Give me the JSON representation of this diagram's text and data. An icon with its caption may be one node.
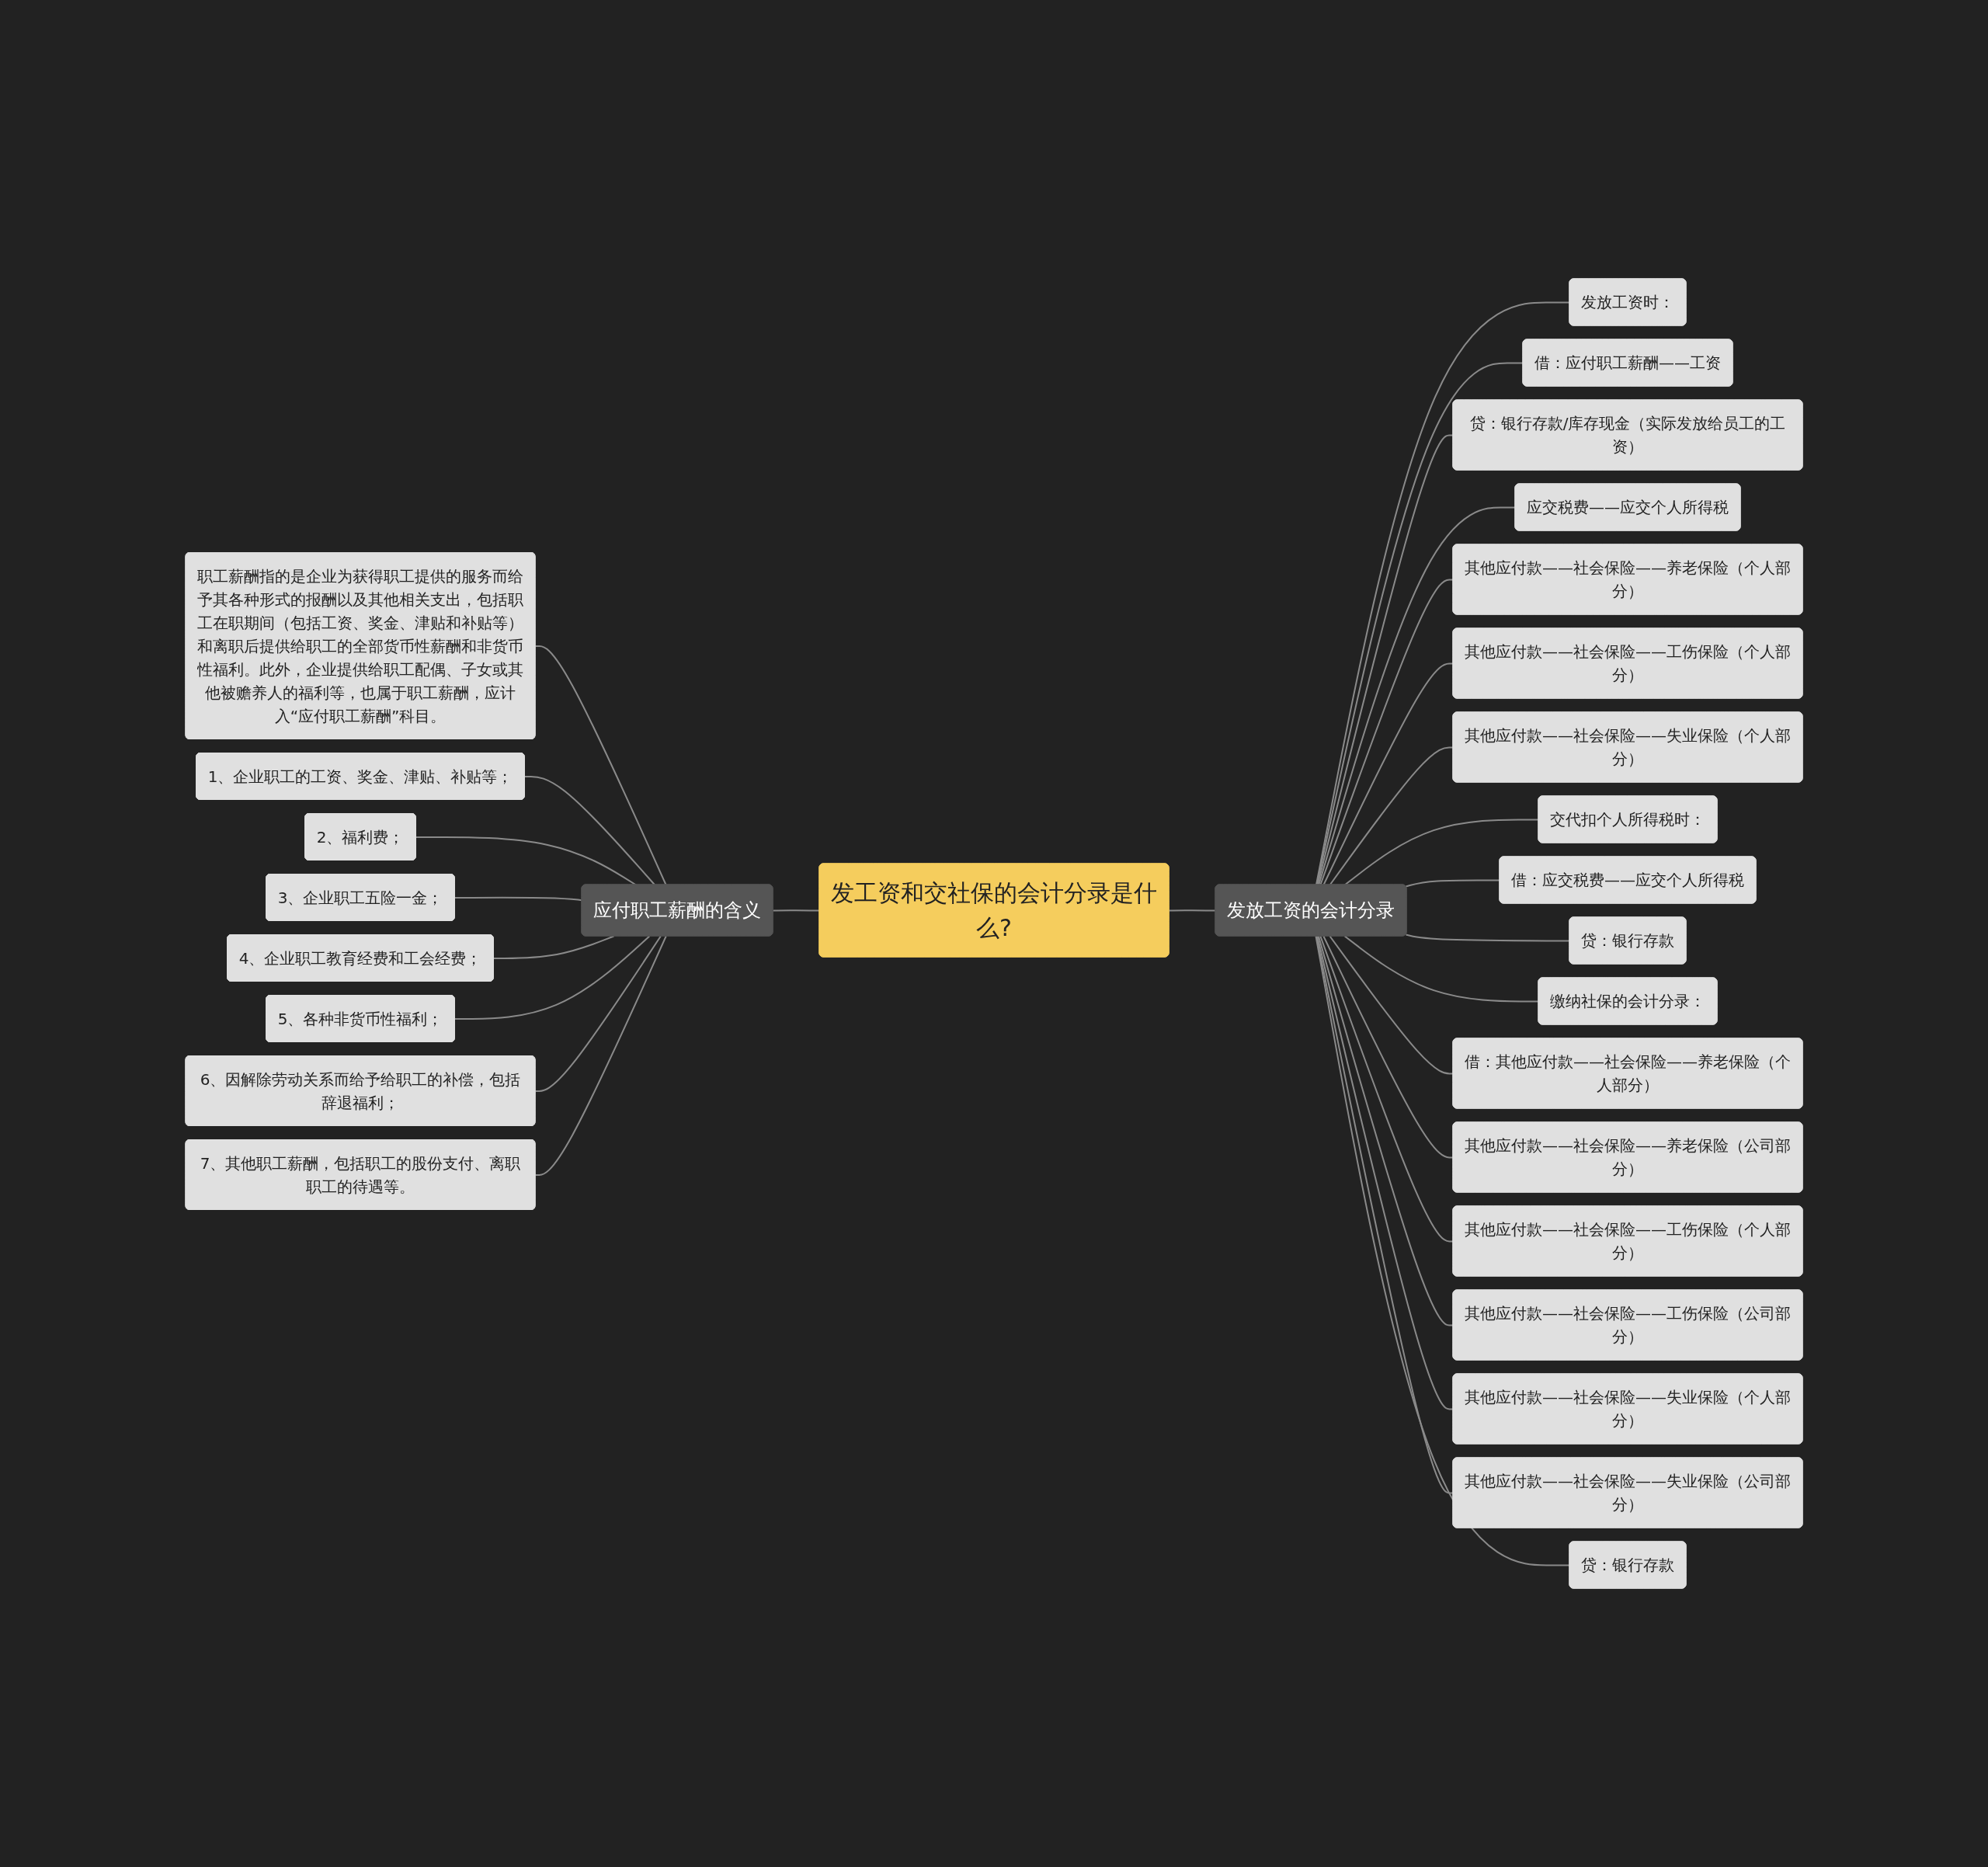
{
  "diagram": {
    "nodes": [
      {
        "text": [
          "发工资和交社保的会计分录是什么?"
        ]
      },
      {
        "text": [
          "应付职工薪酬的含义"
        ]
      },
      {
        "text": [
          "职工薪酬指的是企业为获得职工提供的服务而给予其各种形式的报酬以及其他相关支出，包括职工在职期间（包括工资、奖金、津贴和补贴等）和离职后提供给职工的全部货币性薪酬和非货币性福利。此外，企业提供给职工配偶、子女或其他被赡养人的福利等，也属于职工薪酬，应计入“应付职工薪酬”科目。"
        ]
      },
      {
        "text": [
          "1、企业职工的工资、奖金、津贴、补贴等；"
        ]
      },
      {
        "text": [
          "2、福利费；"
        ]
      },
      {
        "text": [
          "3、企业职工五险一金；"
        ]
      },
      {
        "text": [
          "4、企业职工教育经费和工会经费；"
        ]
      },
      {
        "text": [
          "5、各种非货币性福利；"
        ]
      },
      {
        "text": [
          "6、因解除劳动关系而给予给职工的补偿，包括辞退福利；"
        ]
      },
      {
        "text": [
          "7、其他职工薪酬，包括职工的股份支付、离职职工的待遇等。"
        ]
      },
      {
        "text": [
          "发放工资的会计分录"
        ]
      },
      {
        "text": [
          "发放工资时："
        ]
      },
      {
        "text": [
          "借：应付职工薪酬——工资"
        ]
      },
      {
        "text": [
          "贷：银行存款/库存现金（实际发放给员工的工资）"
        ]
      },
      {
        "text": [
          "应交税费——应交个人所得税"
        ]
      },
      {
        "text": [
          "其他应付款——社会保险——养老保险（个人部分）"
        ]
      },
      {
        "text": [
          "其他应付款——社会保险——工伤保险（个人部分）"
        ]
      },
      {
        "text": [
          "其他应付款——社会保险——失业保险（个人部分）"
        ]
      },
      {
        "text": [
          "交代扣个人所得税时："
        ]
      },
      {
        "text": [
          "借：应交税费——应交个人所得税"
        ]
      },
      {
        "text": [
          "贷：银行存款"
        ]
      },
      {
        "text": [
          "缴纳社保的会计分录："
        ]
      },
      {
        "text": [
          "借：其他应付款——社会保险——养老保险（个人部分）"
        ]
      },
      {
        "text": [
          "其他应付款——社会保险——养老保险（公司部分）"
        ]
      },
      {
        "text": [
          "其他应付款——社会保险——工伤保险（个人部分）"
        ]
      },
      {
        "text": [
          "其他应付款——社会保险——工伤保险（公司部分）"
        ]
      },
      {
        "text": [
          "其他应付款——社会保险——失业保险（个人部分）"
        ]
      },
      {
        "text": [
          "其他应付款——社会保险——失业保险（公司部分）"
        ]
      },
      {
        "text": [
          "贷：银行存款"
        ]
      }
    ],
    "edges": [
      {
        "from": 2,
        "to": 1,
        "arrow": "none"
      },
      {
        "from": 3,
        "to": 1,
        "arrow": "none"
      },
      {
        "from": 4,
        "to": 1,
        "arrow": "none"
      },
      {
        "from": 5,
        "to": 1,
        "arrow": "none"
      },
      {
        "from": 6,
        "to": 1,
        "arrow": "none"
      },
      {
        "from": 7,
        "to": 1,
        "arrow": "none"
      },
      {
        "from": 8,
        "to": 1,
        "arrow": "none"
      },
      {
        "from": 9,
        "to": 1,
        "arrow": "none"
      },
      {
        "from": 1,
        "to": 0,
        "arrow": "none"
      },
      {
        "from": 0,
        "to": 10,
        "arrow": "none"
      },
      {
        "from": 10,
        "to": 11,
        "arrow": "none"
      },
      {
        "from": 10,
        "to": 12,
        "arrow": "none"
      },
      {
        "from": 10,
        "to": 13,
        "arrow": "none"
      },
      {
        "from": 10,
        "to": 14,
        "arrow": "none"
      },
      {
        "from": 10,
        "to": 15,
        "arrow": "none"
      },
      {
        "from": 10,
        "to": 16,
        "arrow": "none"
      },
      {
        "from": 10,
        "to": 17,
        "arrow": "none"
      },
      {
        "from": 10,
        "to": 18,
        "arrow": "none"
      },
      {
        "from": 10,
        "to": 19,
        "arrow": "none"
      },
      {
        "from": 10,
        "to": 20,
        "arrow": "none"
      },
      {
        "from": 10,
        "to": 21,
        "arrow": "none"
      },
      {
        "from": 10,
        "to": 22,
        "arrow": "none"
      },
      {
        "from": 10,
        "to": 23,
        "arrow": "none"
      },
      {
        "from": 10,
        "to": 24,
        "arrow": "none"
      },
      {
        "from": 10,
        "to": 25,
        "arrow": "none"
      },
      {
        "from": 10,
        "to": 26,
        "arrow": "none"
      },
      {
        "from": 10,
        "to": 27,
        "arrow": "none"
      },
      {
        "from": 10,
        "to": 28,
        "arrow": "none"
      }
    ]
  }
}
